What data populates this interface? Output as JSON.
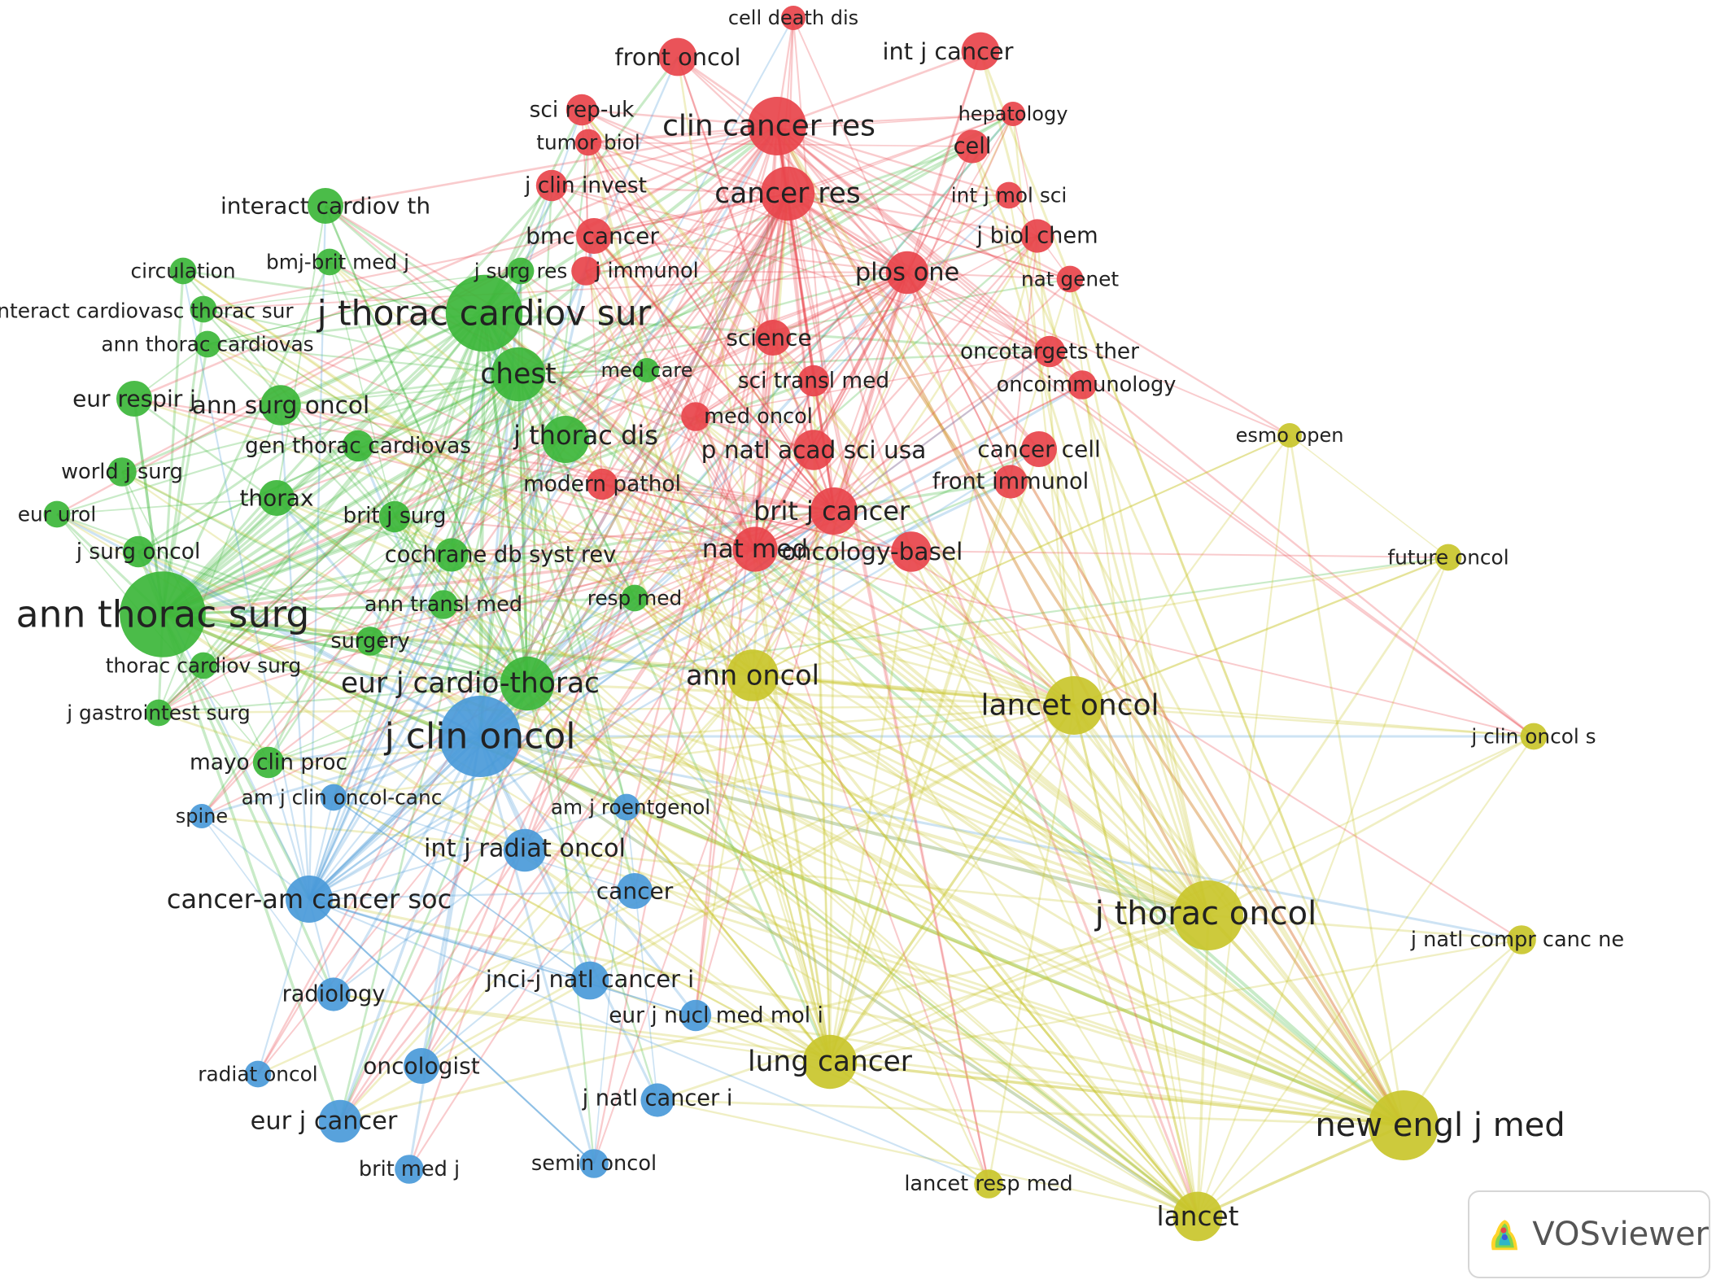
{
  "branding": {
    "name": "VOSviewer"
  },
  "colors": {
    "red": "#e8444b",
    "green": "#3cb63a",
    "blue": "#4a9ad9",
    "yellow": "#c9c52b"
  },
  "nodes": [
    {
      "id": "ats",
      "label": "ann thorac surg",
      "c": "green",
      "w": 3.2
    },
    {
      "id": "jtcs",
      "label": "j thorac cardiov sur",
      "c": "green",
      "w": 2.8
    },
    {
      "id": "chest",
      "label": "chest",
      "c": "green",
      "w": 1.8
    },
    {
      "id": "ejct",
      "label": "eur j cardio-thorac",
      "c": "green",
      "w": 1.8
    },
    {
      "id": "jtd",
      "label": "j thorac dis",
      "c": "green",
      "w": 1.5
    },
    {
      "id": "ict",
      "label": "interact cardiov th",
      "c": "green",
      "w": 1
    },
    {
      "id": "circ",
      "label": "circulation",
      "c": "green",
      "w": 0.6
    },
    {
      "id": "bmj",
      "label": "bmj-brit med j",
      "c": "green",
      "w": 0.6
    },
    {
      "id": "jsr",
      "label": "j surg res",
      "c": "green",
      "w": 0.6
    },
    {
      "id": "icts",
      "label": "interact cardiovasc thorac sur",
      "c": "green",
      "w": 0.6
    },
    {
      "id": "atc",
      "label": "ann thorac cardiovas",
      "c": "green",
      "w": 0.6
    },
    {
      "id": "erj",
      "label": "eur respir j",
      "c": "green",
      "w": 1
    },
    {
      "id": "aso",
      "label": "ann surg oncol",
      "c": "green",
      "w": 1.2
    },
    {
      "id": "gtc",
      "label": "gen thorac cardiovas",
      "c": "green",
      "w": 0.8
    },
    {
      "id": "wjs",
      "label": "world j surg",
      "c": "green",
      "w": 0.7
    },
    {
      "id": "thorax",
      "label": "thorax",
      "c": "green",
      "w": 1
    },
    {
      "id": "eu",
      "label": "eur urol",
      "c": "green",
      "w": 0.6
    },
    {
      "id": "bjs",
      "label": "brit j surg",
      "c": "green",
      "w": 0.8
    },
    {
      "id": "jso",
      "label": "j surg oncol",
      "c": "green",
      "w": 0.8
    },
    {
      "id": "cdsr",
      "label": "cochrane db syst rev",
      "c": "green",
      "w": 0.9
    },
    {
      "id": "atm",
      "label": "ann transl med",
      "c": "green",
      "w": 0.7
    },
    {
      "id": "surgery",
      "label": "surgery",
      "c": "green",
      "w": 0.7
    },
    {
      "id": "tcs",
      "label": "thorac cardiov surg",
      "c": "green",
      "w": 0.6
    },
    {
      "id": "jgs",
      "label": "j gastrointest surg",
      "c": "green",
      "w": 0.6
    },
    {
      "id": "mcp",
      "label": "mayo clin proc",
      "c": "green",
      "w": 0.8
    },
    {
      "id": "medcare",
      "label": "med care",
      "c": "green",
      "w": 0.5
    },
    {
      "id": "respmed",
      "label": "resp med",
      "c": "green",
      "w": 0.6
    },
    {
      "id": "jco",
      "label": "j clin oncol",
      "c": "blue",
      "w": 3
    },
    {
      "id": "ajco",
      "label": "am j clin oncol-canc",
      "c": "blue",
      "w": 0.6
    },
    {
      "id": "spine",
      "label": "spine",
      "c": "blue",
      "w": 0.5
    },
    {
      "id": "ijro",
      "label": "int j radiat oncol",
      "c": "blue",
      "w": 1.3
    },
    {
      "id": "amr",
      "label": "am j roentgenol",
      "c": "blue",
      "w": 0.6
    },
    {
      "id": "cacs",
      "label": "cancer-am cancer soc",
      "c": "blue",
      "w": 1.5
    },
    {
      "id": "cancer",
      "label": "cancer",
      "c": "blue",
      "w": 1
    },
    {
      "id": "radiology",
      "label": "radiology",
      "c": "blue",
      "w": 0.9
    },
    {
      "id": "jnci",
      "label": "jnci-j natl cancer i",
      "c": "blue",
      "w": 1.1
    },
    {
      "id": "ejnm",
      "label": "eur j nucl med mol i",
      "c": "blue",
      "w": 0.8
    },
    {
      "id": "radonc",
      "label": "radiat oncol",
      "c": "blue",
      "w": 0.6
    },
    {
      "id": "oncologist",
      "label": "oncologist",
      "c": "blue",
      "w": 1
    },
    {
      "id": "jnatci",
      "label": "j natl cancer i",
      "c": "blue",
      "w": 0.9
    },
    {
      "id": "ejc",
      "label": "eur j cancer",
      "c": "blue",
      "w": 1.3
    },
    {
      "id": "bmjb",
      "label": "brit med j",
      "c": "blue",
      "w": 0.7
    },
    {
      "id": "semin",
      "label": "semin oncol",
      "c": "blue",
      "w": 0.7
    },
    {
      "id": "cdd",
      "label": "cell death dis",
      "c": "red",
      "w": 0.5
    },
    {
      "id": "fo",
      "label": "front oncol",
      "c": "red",
      "w": 1.1
    },
    {
      "id": "ijc",
      "label": "int j cancer",
      "c": "red",
      "w": 1.1
    },
    {
      "id": "sci",
      "label": "sci rep-uk",
      "c": "red",
      "w": 0.8
    },
    {
      "id": "hep",
      "label": "hepatology",
      "c": "red",
      "w": 0.5
    },
    {
      "id": "ccr",
      "label": "clin cancer res",
      "c": "red",
      "w": 2
    },
    {
      "id": "tb",
      "label": "tumor biol",
      "c": "red",
      "w": 0.6
    },
    {
      "id": "cell",
      "label": "cell",
      "c": "red",
      "w": 0.9
    },
    {
      "id": "jci",
      "label": "j clin invest",
      "c": "red",
      "w": 0.8
    },
    {
      "id": "cr",
      "label": "cancer res",
      "c": "red",
      "w": 1.8
    },
    {
      "id": "ijms",
      "label": "int j mol sci",
      "c": "red",
      "w": 0.6
    },
    {
      "id": "bmcc",
      "label": "bmc cancer",
      "c": "red",
      "w": 1
    },
    {
      "id": "jbc",
      "label": "j biol chem",
      "c": "red",
      "w": 0.9
    },
    {
      "id": "jimm",
      "label": "j immunol",
      "c": "red",
      "w": 0.7
    },
    {
      "id": "plos",
      "label": "plos one",
      "c": "red",
      "w": 1.3
    },
    {
      "id": "natgen",
      "label": "nat genet",
      "c": "red",
      "w": 0.6
    },
    {
      "id": "science",
      "label": "science",
      "c": "red",
      "w": 1
    },
    {
      "id": "ot",
      "label": "oncotargets ther",
      "c": "red",
      "w": 0.8
    },
    {
      "id": "stm",
      "label": "sci transl med",
      "c": "red",
      "w": 0.8
    },
    {
      "id": "oncoimm",
      "label": "oncoimmunology",
      "c": "red",
      "w": 0.7
    },
    {
      "id": "medonc",
      "label": "med oncol",
      "c": "red",
      "w": 0.7
    },
    {
      "id": "pnas",
      "label": "p natl acad sci usa",
      "c": "red",
      "w": 1.2
    },
    {
      "id": "cc",
      "label": "cancer cell",
      "c": "red",
      "w": 1
    },
    {
      "id": "mp",
      "label": "modern pathol",
      "c": "red",
      "w": 0.8
    },
    {
      "id": "fi",
      "label": "front immunol",
      "c": "red",
      "w": 0.9
    },
    {
      "id": "bjc",
      "label": "brit j cancer",
      "c": "red",
      "w": 1.5
    },
    {
      "id": "natmed",
      "label": "nat med",
      "c": "red",
      "w": 1.4
    },
    {
      "id": "oncob",
      "label": "oncology-basel",
      "c": "red",
      "w": 1.2
    },
    {
      "id": "esmo",
      "label": "esmo open",
      "c": "yellow",
      "w": 0.5
    },
    {
      "id": "fuonc",
      "label": "future oncol",
      "c": "yellow",
      "w": 0.6
    },
    {
      "id": "annonc",
      "label": "ann oncol",
      "c": "yellow",
      "w": 1.7
    },
    {
      "id": "lo",
      "label": "lancet oncol",
      "c": "yellow",
      "w": 2
    },
    {
      "id": "jcos",
      "label": "j clin oncol s",
      "c": "yellow",
      "w": 0.6
    },
    {
      "id": "jto",
      "label": "j thorac oncol",
      "c": "yellow",
      "w": 2.5
    },
    {
      "id": "jnccn",
      "label": "j natl compr canc ne",
      "c": "yellow",
      "w": 0.7
    },
    {
      "id": "lc",
      "label": "lung cancer",
      "c": "yellow",
      "w": 1.8
    },
    {
      "id": "nejm",
      "label": "new engl j med",
      "c": "yellow",
      "w": 2.5
    },
    {
      "id": "lrm",
      "label": "lancet resp med",
      "c": "yellow",
      "w": 0.7
    },
    {
      "id": "lancet",
      "label": "lancet",
      "c": "yellow",
      "w": 1.6
    }
  ]
}
